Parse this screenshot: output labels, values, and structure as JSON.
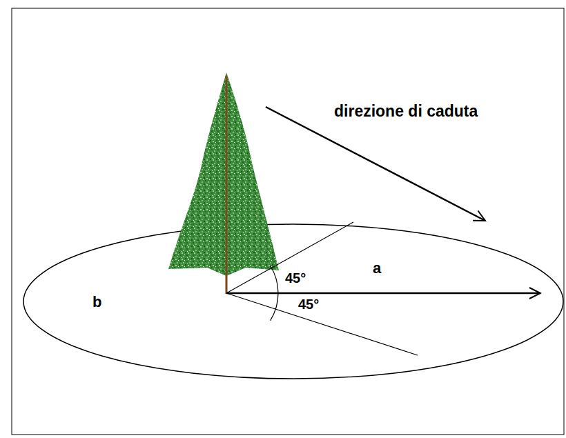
{
  "diagram": {
    "labels": [
      "direzione di caduta",
      "a",
      "b",
      "45°",
      "45°"
    ]
  }
}
